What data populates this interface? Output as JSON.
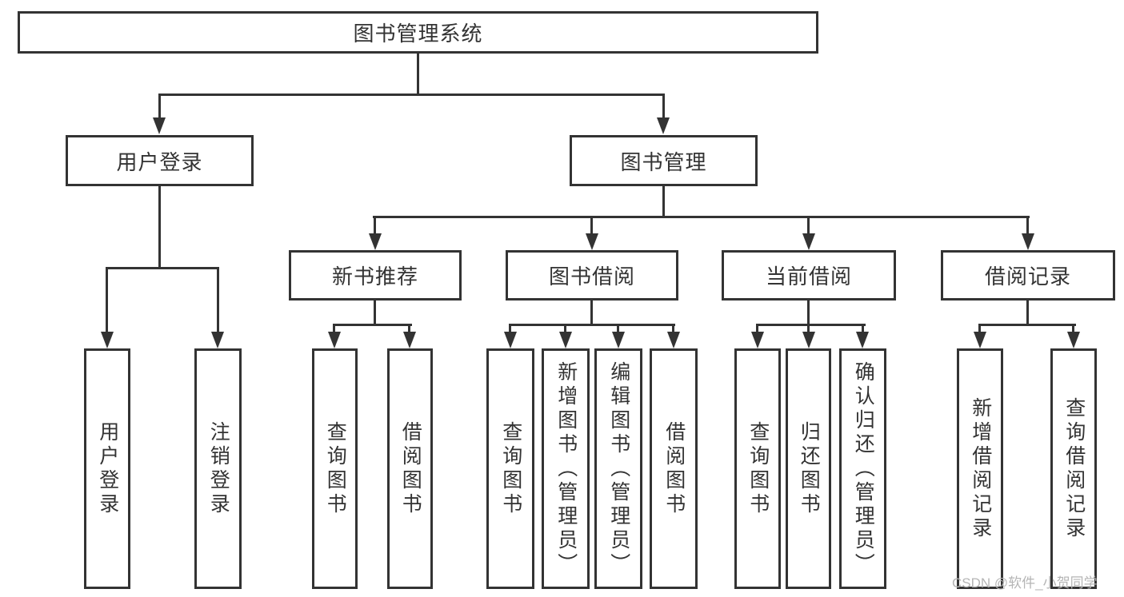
{
  "colors": {
    "stroke": "#333333",
    "text": "#333333",
    "watermark_gray": "#b5b5b5",
    "background": "#ffffff"
  },
  "root": {
    "label": "图书管理系统"
  },
  "level2": [
    {
      "label": "用户登录"
    },
    {
      "label": "图书管理"
    }
  ],
  "level3": [
    {
      "label": "新书推荐"
    },
    {
      "label": "图书借阅"
    },
    {
      "label": "当前借阅"
    },
    {
      "label": "借阅记录"
    }
  ],
  "leaves": {
    "login": [
      "用户登录",
      "注销登录"
    ],
    "recommend": [
      "查询图书",
      "借阅图书"
    ],
    "borrow": [
      "查询图书",
      "新增图书（管理员）",
      "编辑图书（管理员）",
      "借阅图书"
    ],
    "current": [
      "查询图书",
      "归还图书",
      "确认归还（管理员）"
    ],
    "records": [
      "新增借阅记录",
      "查询借阅记录"
    ]
  },
  "watermark": "CSDN @软件_小贺同学"
}
